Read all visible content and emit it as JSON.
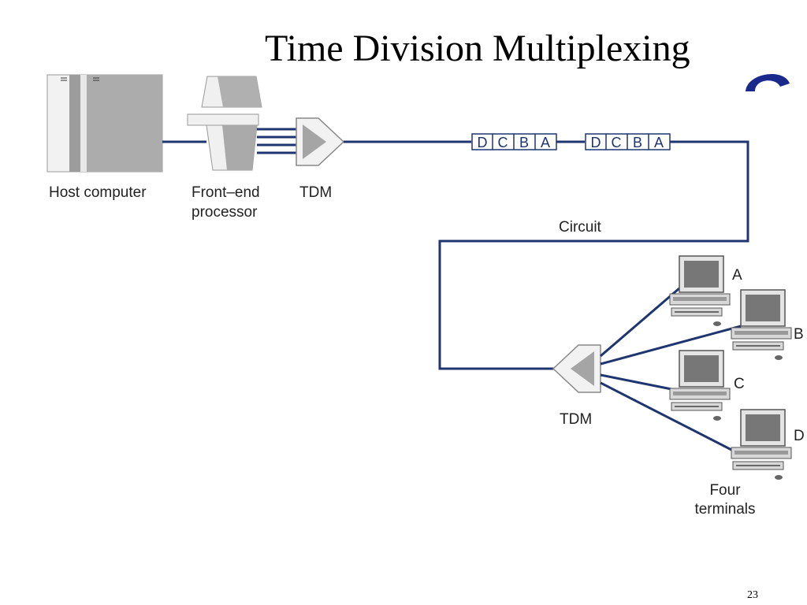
{
  "slide": {
    "title": "Time Division Multiplexing",
    "page_number": "23"
  },
  "labels": {
    "host_computer": "Host computer",
    "front_end_line1": "Front–end",
    "front_end_line2": "processor",
    "tdm_left": "TDM",
    "circuit": "Circuit",
    "tdm_right": "TDM",
    "four_terminals_line1": "Four",
    "four_terminals_line2": "terminals"
  },
  "frames": [
    {
      "cells": [
        "D",
        "C",
        "B",
        "A"
      ]
    },
    {
      "cells": [
        "D",
        "C",
        "B",
        "A"
      ]
    }
  ],
  "terminals": [
    {
      "label": "A"
    },
    {
      "label": "B"
    },
    {
      "label": "C"
    },
    {
      "label": "D"
    }
  ],
  "colors": {
    "link": "#1e3570",
    "device_gray": "#a8a8a8",
    "device_dark": "#7a7a7a",
    "logo_blue": "#1a2a8c"
  }
}
